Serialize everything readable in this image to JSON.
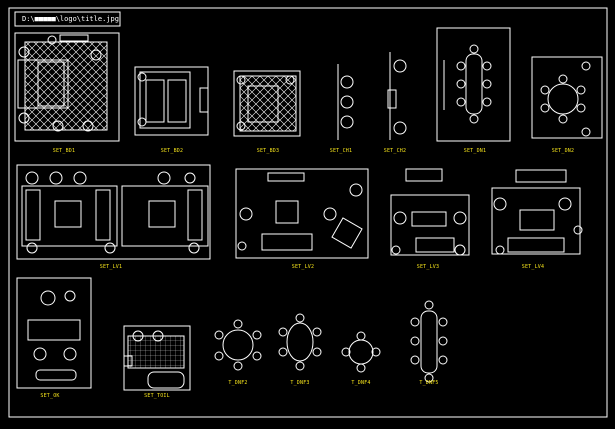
{
  "file_path_label": "D:\\■■■■■\\logo\\title.jpg",
  "colors": {
    "background": "#000000",
    "lines": "#ffffff",
    "labels": "#f4e21a"
  },
  "blocks": [
    {
      "id": "set-bd1",
      "label": "SET_BD1"
    },
    {
      "id": "set-bd2",
      "label": "SET_BD2"
    },
    {
      "id": "set-bd3",
      "label": "SET_BD3"
    },
    {
      "id": "set-ch1",
      "label": "SET_CH1"
    },
    {
      "id": "set-ch2",
      "label": "SET_CH2"
    },
    {
      "id": "set-dn1",
      "label": "SET_DN1"
    },
    {
      "id": "set-dn2",
      "label": "SET_DN2"
    },
    {
      "id": "set-lv1",
      "label": "SET_LV1"
    },
    {
      "id": "set-lv2",
      "label": "SET_LV2"
    },
    {
      "id": "set-lv3",
      "label": "SET_LV3"
    },
    {
      "id": "set-lv4",
      "label": "SET_LV4"
    },
    {
      "id": "set-ok",
      "label": "SET_OK"
    },
    {
      "id": "set-toil",
      "label": "SET_TOIL"
    },
    {
      "id": "t-dnf2",
      "label": "T_DNF2"
    },
    {
      "id": "t-dnf3",
      "label": "T_DNF3"
    },
    {
      "id": "t-dnf4",
      "label": "T_DNF4"
    },
    {
      "id": "t-dnf5",
      "label": "T_DNF5"
    }
  ]
}
